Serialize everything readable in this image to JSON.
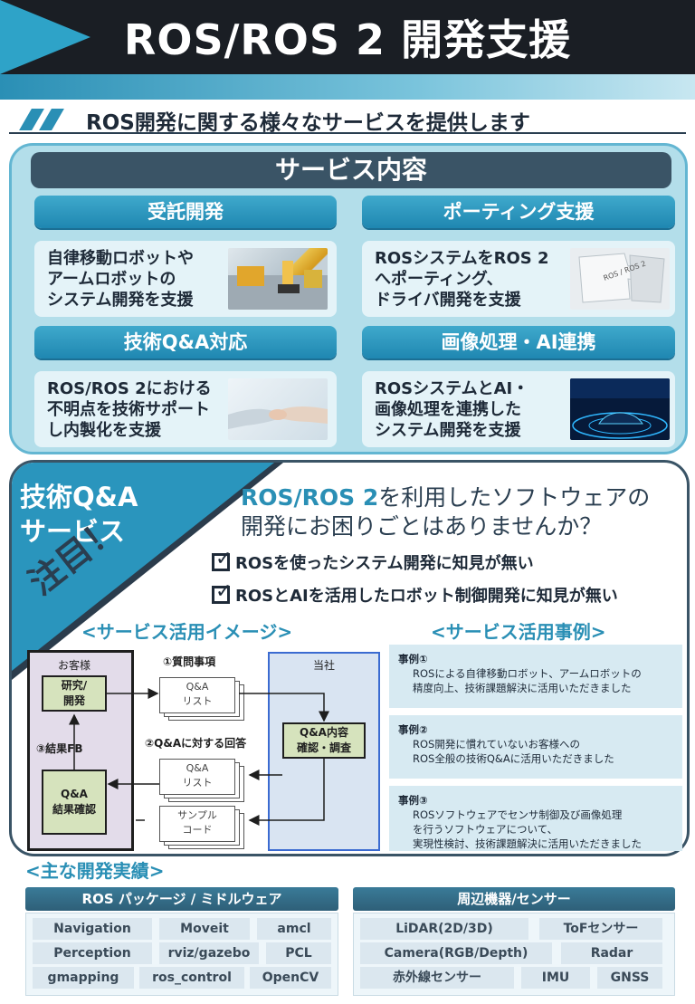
{
  "header": {
    "title": "ROS/ROS 2 開発支援"
  },
  "subtitle": "ROS開発に関する様々なサービスを提供します",
  "services": {
    "heading": "サービス内容",
    "items": [
      {
        "title": "受託開発",
        "text": "自律移動ロボットや\nアームロボットの\nシステム開発を支援"
      },
      {
        "title": "ポーティング支援",
        "text": "ROSシステムをROS 2\nへポーティング、\nドライバ開発を支援",
        "image_label": "ROS / ROS 2"
      },
      {
        "title": "技術Q&A対応",
        "text": "ROS/ROS 2における\n不明点を技術サポート\nし内製化を支援"
      },
      {
        "title": "画像処理・AI連携",
        "text": "ROSシステムとAI・\n画像処理を連携した\nシステム開発を支援"
      }
    ]
  },
  "qa": {
    "title": "技術Q&A\nサービス",
    "attention": "注目！",
    "lead_highlight": "ROS/ROS 2",
    "lead_rest": "を利用したソフトウェアの",
    "lead_line2": "開発にお困りごとはありませんか？",
    "checks": [
      "ROSを使ったシステム開発に知見が無い",
      "ROSとAIを活用したロボット制御開発に知見が無い"
    ],
    "image_heading": "<サービス活用イメージ>",
    "cases_heading": "<サービス活用事例>",
    "diagram": {
      "client": "お客様",
      "company": "当社",
      "research": "研究/\n開発",
      "result_check": "Q&A\n結果確認",
      "step1": "①質問事項",
      "step2": "②Q&Aに対する回答",
      "step3": "③結果FB",
      "doc_qa_list": "Q&A\nリスト",
      "doc_qa_list2": "Q&A\nリスト",
      "doc_sample": "サンプル\nコード",
      "review": "Q&A内容\n確認・調査"
    },
    "cases": [
      {
        "title": "事例①",
        "body": "ROSによる自律移動ロボット、アームロボットの\n精度向上、技術課題解決に活用いただきました"
      },
      {
        "title": "事例②",
        "body": "ROS開発に慣れていないお客様への\nROS全般の技術Q&Aに活用いただきました"
      },
      {
        "title": "事例③",
        "body": "ROSソフトウェアでセンサ制御及び画像処理\nを行うソフトウェアについて、\n実現性検討、技術課題解決に活用いただきました"
      }
    ]
  },
  "achievements": {
    "heading": "<主な開発実績>",
    "ros_title": "ROS パッケージ / ミドルウェア",
    "ros_tags": [
      "Navigation",
      "Moveit",
      "amcl",
      "Perception",
      "rviz/gazebo",
      "PCL",
      "gmapping",
      "ros_control",
      "OpenCV"
    ],
    "dev_title": "周辺機器/センサー",
    "dev_tags": [
      "LiDAR(2D/3D)",
      "ToFセンサー",
      "Camera(RGB/Depth)",
      "Radar",
      "赤外線センサー",
      "IMU",
      "GNSS"
    ]
  }
}
